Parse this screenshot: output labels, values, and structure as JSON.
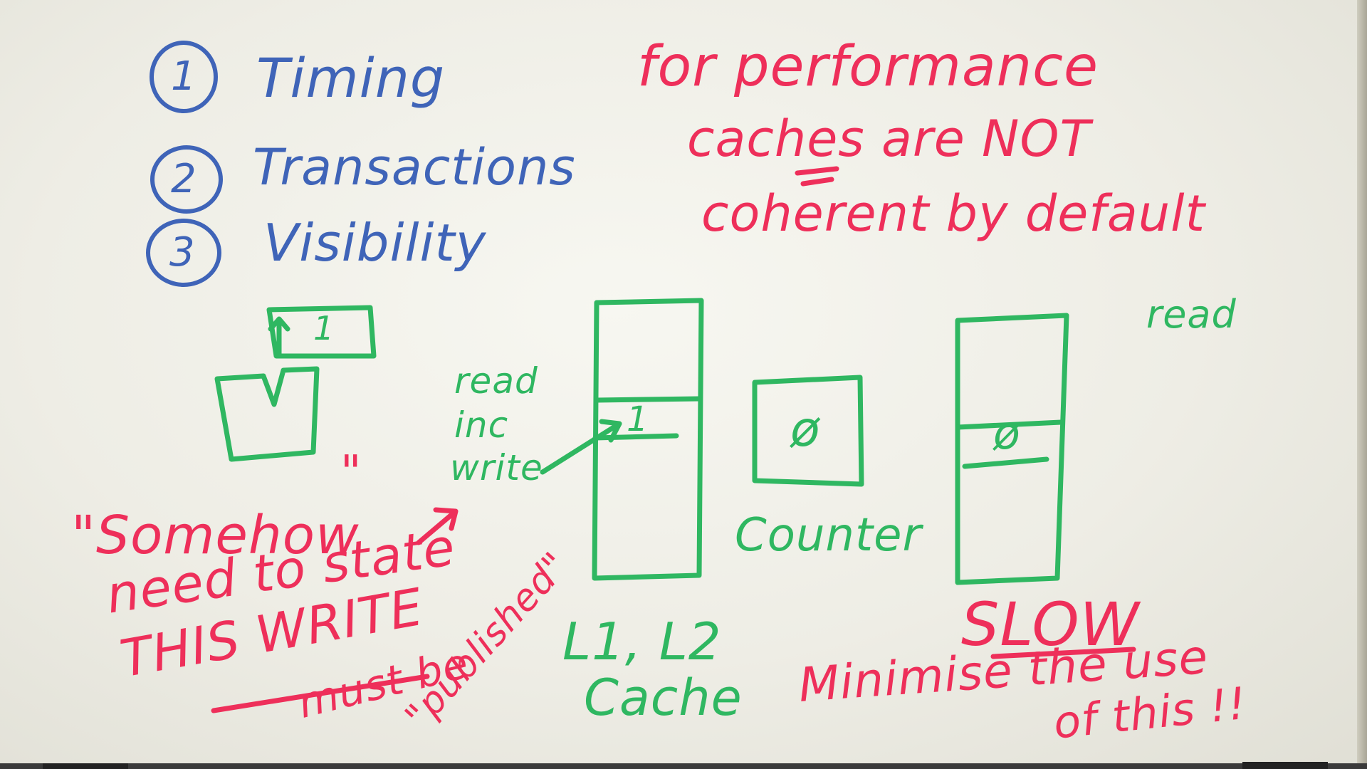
{
  "agenda": {
    "items": [
      {
        "number": "1",
        "label": "Timing"
      },
      {
        "number": "2",
        "label": "Transactions"
      },
      {
        "number": "3",
        "label": "Visibility"
      }
    ]
  },
  "performance_note": {
    "line1": "for performance",
    "line2": "caches are NOT",
    "line3": "coherent by default"
  },
  "thread_box": {
    "value": "1"
  },
  "steps": {
    "line1": "read",
    "line2": "inc",
    "line3": "write"
  },
  "local_cache": {
    "cell_value": "1",
    "label_line1": "L1, L2",
    "label_line2": "Cache"
  },
  "counter": {
    "value": "ø",
    "label": "Counter"
  },
  "memory": {
    "cell_value": "ø",
    "read_label": "read"
  },
  "somehow_note": {
    "line1": "\"Somehow",
    "line2": "need to state",
    "line3": "THIS WRITE",
    "line4": "must be",
    "line5": "\"published\"",
    "quote_mark": "\""
  },
  "slow_note": {
    "line1": "SLOW",
    "line2": "Minimise the use",
    "line3": "of this !!"
  },
  "colors": {
    "blue_marker": "#3f64b8",
    "red_marker": "#ee2f5a",
    "green_marker": "#2fb761",
    "board": "#f2f1ea"
  }
}
